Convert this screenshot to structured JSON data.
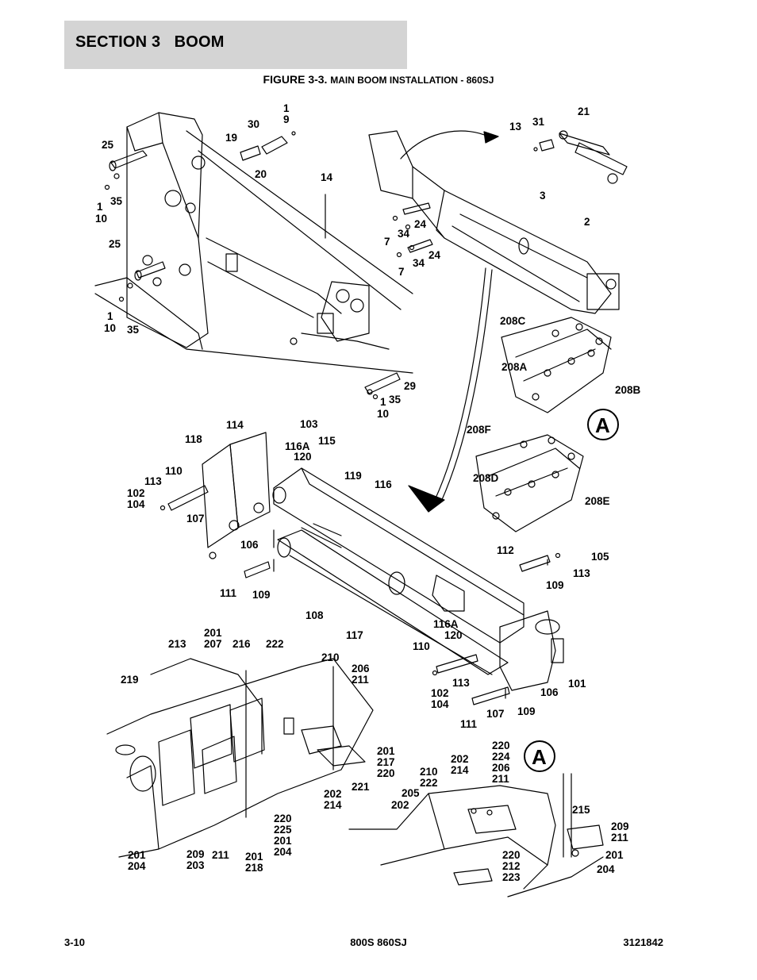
{
  "header": {
    "section_title": "SECTION 3   BOOM",
    "figure_prefix": "FIGURE 3-3.",
    "figure_caption": "MAIN BOOM INSTALLATION - 860SJ"
  },
  "diagram": {
    "detail_markers": [
      "A",
      "A"
    ],
    "callouts": [
      "1",
      "9",
      "30",
      "19",
      "25",
      "20",
      "14",
      "35",
      "1",
      "10",
      "25",
      "1",
      "10",
      "35",
      "13",
      "31",
      "21",
      "3",
      "2",
      "24",
      "7",
      "34",
      "24",
      "7",
      "34",
      "208C",
      "208A",
      "208B",
      "208F",
      "208D",
      "208E",
      "29",
      "35",
      "1",
      "10",
      "114",
      "103",
      "118",
      "116A",
      "115",
      "120",
      "110",
      "113",
      "102",
      "104",
      "119",
      "116",
      "107",
      "106",
      "111",
      "109",
      "108",
      "117",
      "112",
      "105",
      "113",
      "109",
      "116A",
      "120",
      "110",
      "113",
      "102",
      "104",
      "106",
      "101",
      "111",
      "107",
      "109",
      "201",
      "207",
      "213",
      "216",
      "222",
      "219",
      "210",
      "206",
      "211",
      "201",
      "217",
      "220",
      "221",
      "202",
      "214",
      "201",
      "204",
      "220",
      "225",
      "201",
      "204",
      "202",
      "215",
      "209",
      "203",
      "211",
      "201",
      "218",
      "220",
      "224",
      "206",
      "211",
      "202",
      "214",
      "210",
      "222",
      "205",
      "202",
      "215",
      "209",
      "211",
      "201",
      "204",
      "220",
      "212",
      "223"
    ]
  },
  "footer": {
    "page_number": "3-10",
    "model": "800S 860SJ",
    "part_number": "3121842"
  }
}
